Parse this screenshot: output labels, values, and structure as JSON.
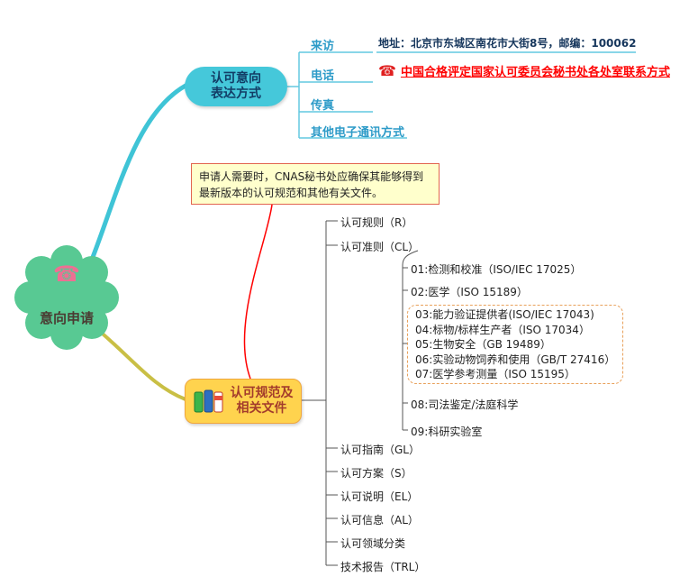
{
  "central": {
    "label": "意向申请"
  },
  "icons": {
    "phone": "☎"
  },
  "branch_intent": {
    "title_line1": "认可意向",
    "title_line2": "表达方式",
    "items": [
      {
        "label": "来访"
      },
      {
        "label": "电话"
      },
      {
        "label": "传真"
      },
      {
        "label": "其他电子通讯方式"
      }
    ],
    "visit_address": "地址：北京市东城区南花市大街8号，邮编：100062",
    "phone_contact": "中国合格评定国家认可委员会秘书处各处室联系方式"
  },
  "note": {
    "line1": "申请人需要时，CNAS秘书处应确保其能够得到",
    "line2": "最新版本的认可规范和其他有关文件。"
  },
  "branch_docs": {
    "title_line1": "认可规范及",
    "title_line2": "相关文件",
    "rules": "认可规则（R）",
    "criteria": "认可准则（CL）",
    "criteria_children": {
      "c01": "01:检测和校准（ISO/IEC 17025）",
      "c02": "02:医学（ISO 15189）",
      "c08": "08:司法鉴定/法庭科学",
      "c09": "09:科研实验室"
    },
    "dashed_group": [
      "03:能力验证提供者(ISO/IEC 17043)",
      "04:标物/标样生产者（ISO 17034）",
      "05:生物安全（GB 19489）",
      "06:实验动物饲养和使用（GB/T 27416）",
      "07:医学参考测量（ISO 15195）"
    ],
    "tail": [
      "认可指南（GL）",
      "认可方案（S）",
      "认可说明（EL）",
      "认可信息（AL）",
      "认可领域分类",
      "技术报告（TRL）"
    ]
  },
  "colors": {
    "central_fill": "#58c993",
    "branch_intent_fill": "#45c8da",
    "branch_docs_fill": "#ffd34e",
    "link_blue": "#62c9e0",
    "tree_line": "#555555",
    "contact_red": "#ff0000",
    "note_border": "#e2654f",
    "note_bg": "#ffffcc",
    "dashed_border": "#e8a05a"
  }
}
